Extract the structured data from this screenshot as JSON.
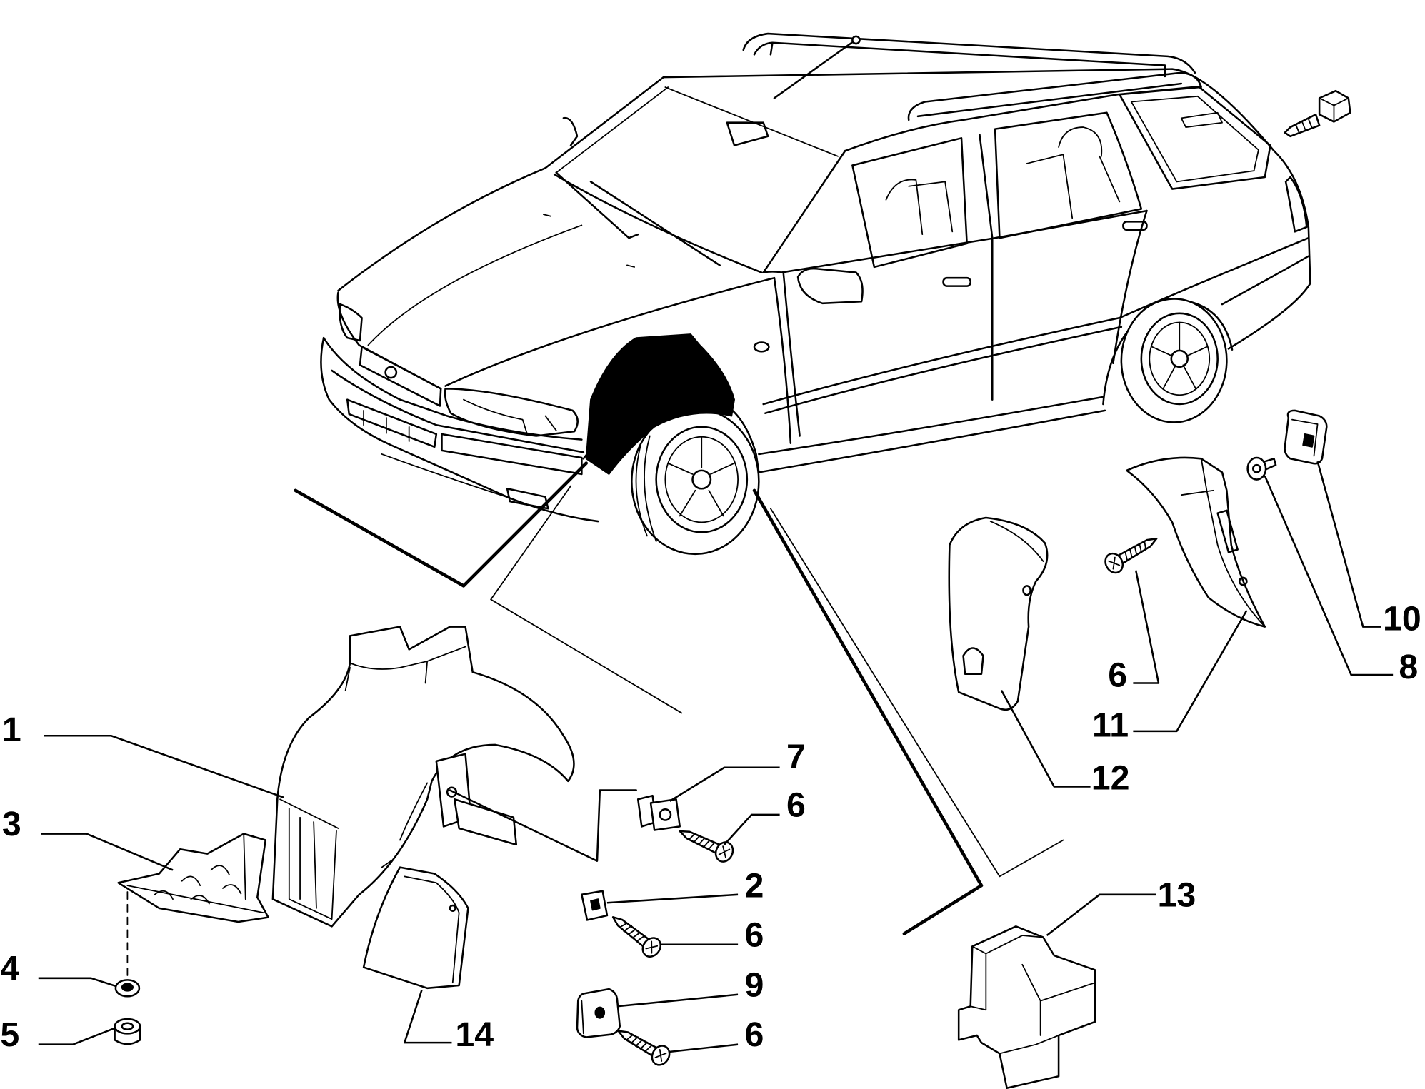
{
  "callouts": {
    "part_1": "1",
    "part_3": "3",
    "part_4": "4",
    "part_5": "5",
    "part_14": "14",
    "part_7": "7",
    "part_6_a": "6",
    "part_2": "2",
    "part_6_b": "6",
    "part_9": "9",
    "part_6_c": "6",
    "part_13": "13",
    "part_12": "12",
    "part_6_d": "6",
    "part_11": "11",
    "part_10": "10",
    "part_8": "8"
  }
}
